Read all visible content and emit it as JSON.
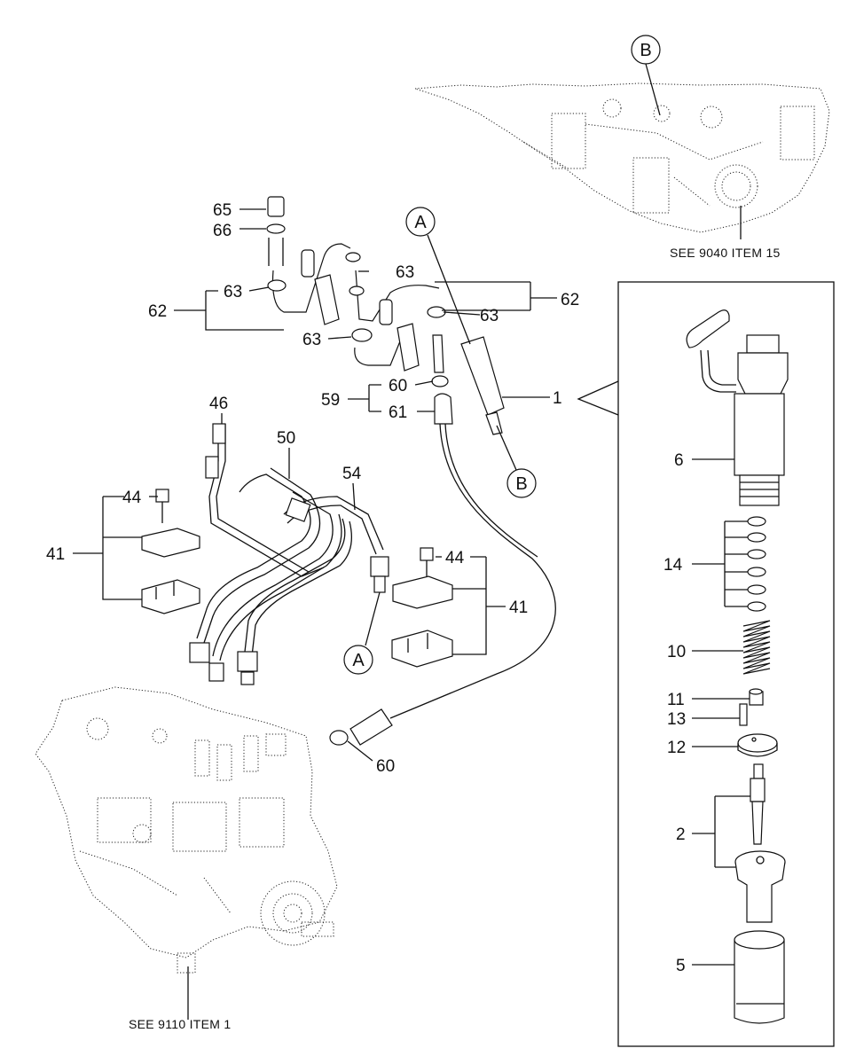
{
  "callouts": [
    {
      "id": "c65",
      "text": "65"
    },
    {
      "id": "c66",
      "text": "66"
    },
    {
      "id": "c63a",
      "text": "63"
    },
    {
      "id": "c63b",
      "text": "63"
    },
    {
      "id": "c63c",
      "text": "63"
    },
    {
      "id": "c63d",
      "text": "63"
    },
    {
      "id": "c62a",
      "text": "62"
    },
    {
      "id": "c62b",
      "text": "62"
    },
    {
      "id": "c60a",
      "text": "60"
    },
    {
      "id": "c61",
      "text": "61"
    },
    {
      "id": "c59",
      "text": "59"
    },
    {
      "id": "c1",
      "text": "1"
    },
    {
      "id": "c46",
      "text": "46"
    },
    {
      "id": "c50",
      "text": "50"
    },
    {
      "id": "c54",
      "text": "54"
    },
    {
      "id": "c44a",
      "text": "44"
    },
    {
      "id": "c44b",
      "text": "44"
    },
    {
      "id": "c41a",
      "text": "41"
    },
    {
      "id": "c41b",
      "text": "41"
    },
    {
      "id": "c60b",
      "text": "60"
    },
    {
      "id": "c6",
      "text": "6"
    },
    {
      "id": "c14",
      "text": "14"
    },
    {
      "id": "c10",
      "text": "10"
    },
    {
      "id": "c11",
      "text": "11"
    },
    {
      "id": "c13",
      "text": "13"
    },
    {
      "id": "c12",
      "text": "12"
    },
    {
      "id": "c2",
      "text": "2"
    },
    {
      "id": "c5",
      "text": "5"
    }
  ],
  "connectors": {
    "A_top": "A",
    "A_bottom": "A",
    "B_top": "B",
    "B_bottom": "B"
  },
  "references": {
    "head": "SEE 9040 ITEM 15",
    "pump": "SEE 9110 ITEM 1"
  }
}
